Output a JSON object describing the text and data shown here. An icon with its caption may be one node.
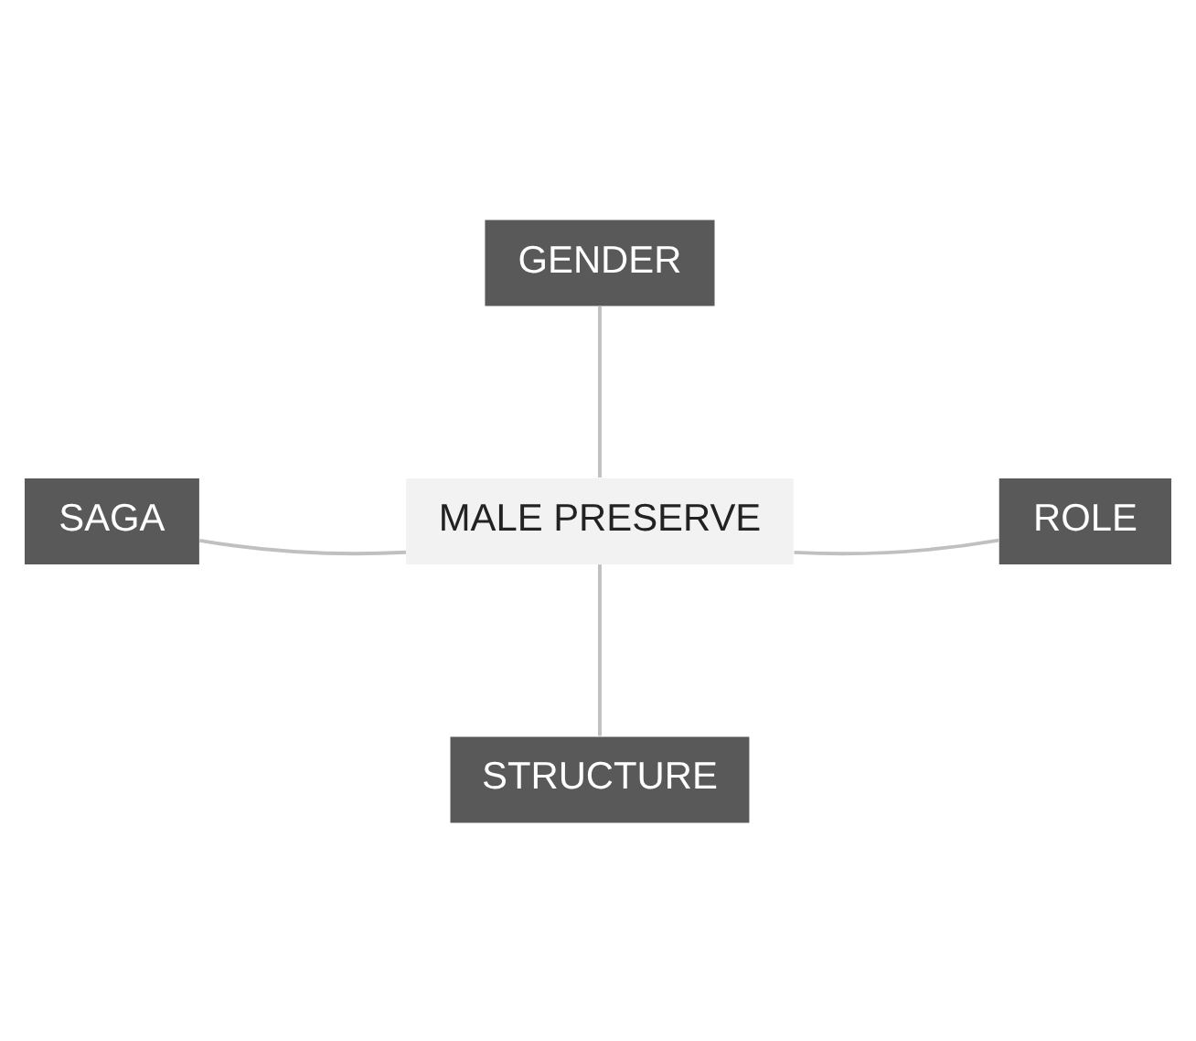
{
  "diagram": {
    "nodes": [
      {
        "text": [
          "GENDER"
        ]
      },
      {
        "text": [
          "SAGA"
        ]
      },
      {
        "text": [
          "MALE PRESERVE"
        ]
      },
      {
        "text": [
          "ROLE"
        ]
      },
      {
        "text": [
          "STRUCTURE"
        ]
      }
    ],
    "edges": [
      {
        "from": 0,
        "to": 2,
        "arrow": "none"
      },
      {
        "from": 1,
        "to": 2,
        "arrow": "none"
      },
      {
        "from": 2,
        "to": 3,
        "arrow": "none"
      },
      {
        "from": 2,
        "to": 4,
        "arrow": "none"
      }
    ]
  }
}
